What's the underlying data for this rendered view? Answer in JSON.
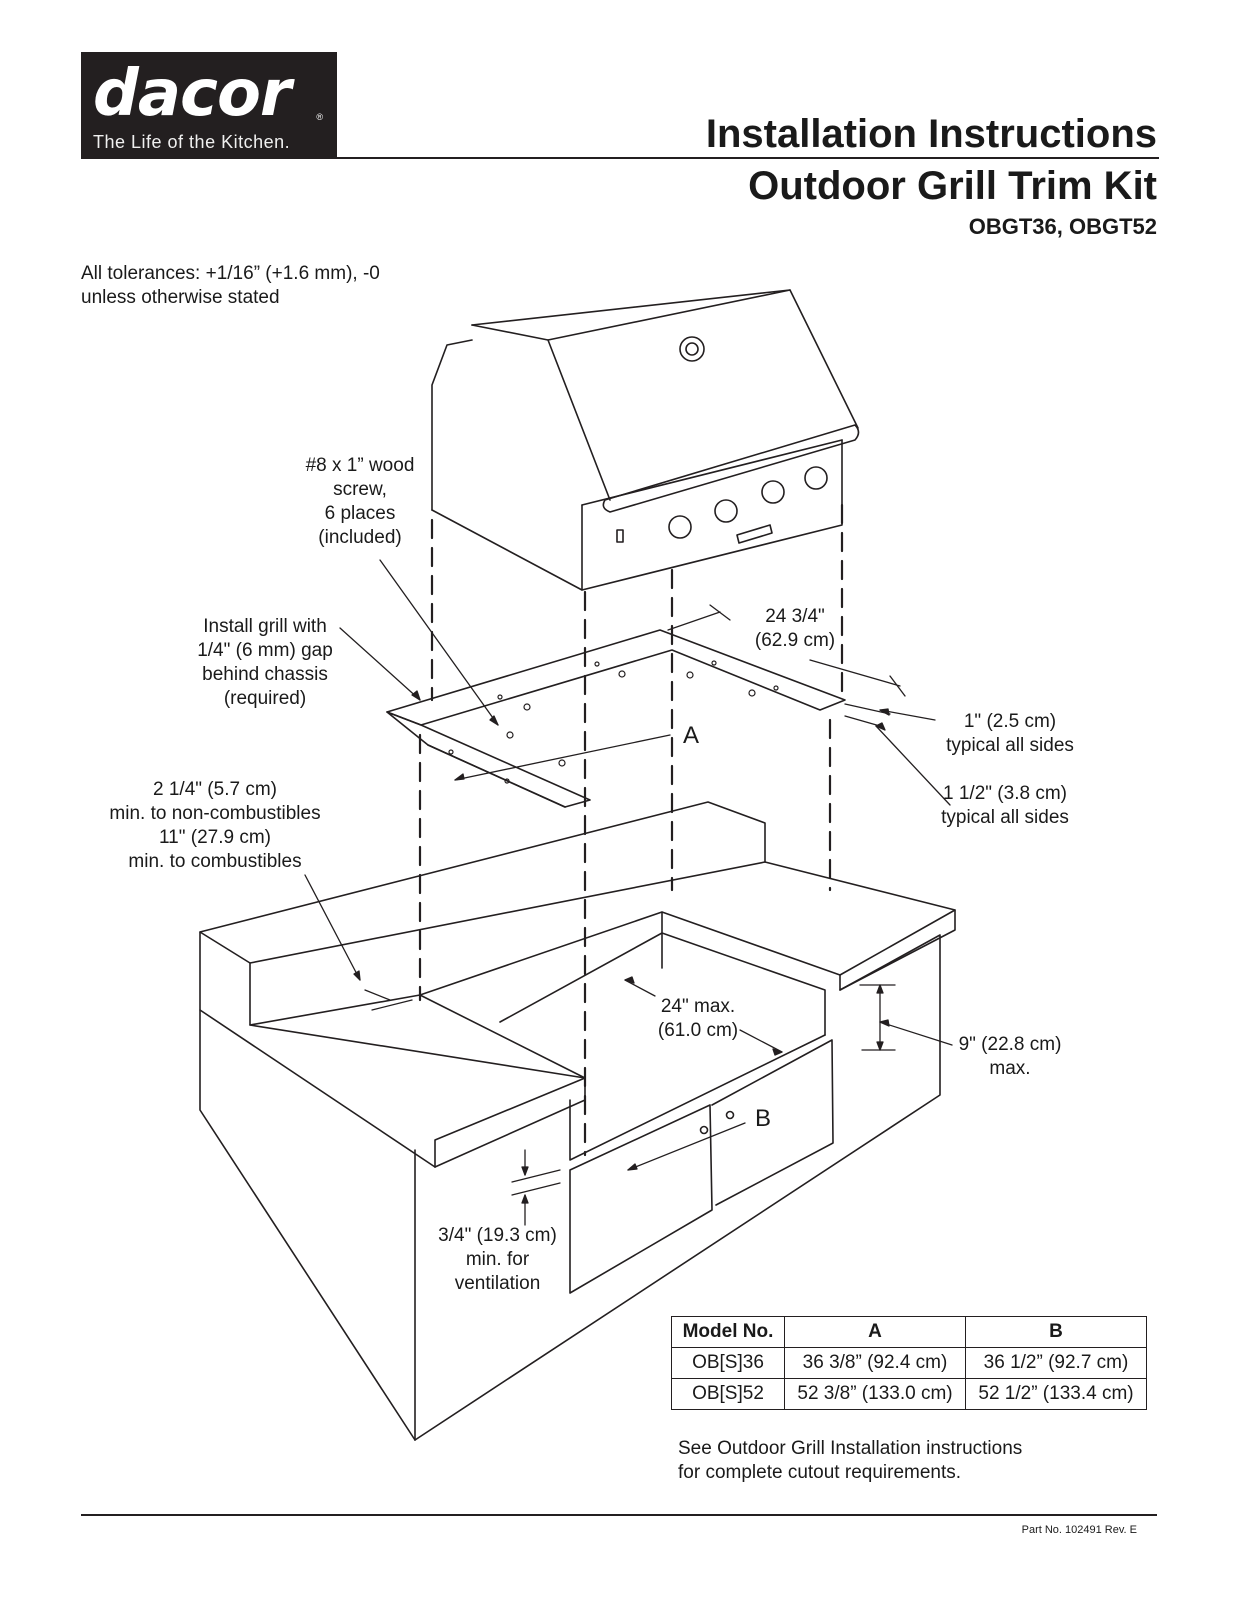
{
  "header": {
    "logo_word": "dacor",
    "logo_tagline": "The Life of the Kitchen.",
    "logo_reg": "®",
    "title_line1": "Installation Instructions",
    "title_line2": "Outdoor Grill Trim Kit",
    "models": "OBGT36, OBGT52"
  },
  "tolerances": {
    "line1": "All tolerances: +1/16” (+1.6 mm), -0",
    "line2": "unless otherwise stated"
  },
  "callouts": {
    "screw": [
      "#8 x 1” wood",
      "screw,",
      "6 places",
      "(included)"
    ],
    "gap": [
      "Install grill with",
      "1/4\" (6 mm) gap",
      "behind chassis",
      "(required)"
    ],
    "depth": [
      "24 3/4\"",
      "(62.9 cm)"
    ],
    "side1": [
      "1\" (2.5 cm)",
      "typical all sides"
    ],
    "side2": [
      "1 1/2\" (3.8 cm)",
      "typical all sides"
    ],
    "clearance": [
      "2 1/4\" (5.7 cm)",
      "min. to non-combustibles",
      "11\" (27.9 cm)",
      "min. to combustibles"
    ],
    "cutout_depth": [
      "24\" max.",
      "(61.0 cm)"
    ],
    "height": [
      "9\" (22.8 cm)",
      "max."
    ],
    "vent": [
      "3/4\" (19.3 cm)",
      "min. for",
      "ventilation"
    ],
    "label_a": "A",
    "label_b": "B"
  },
  "table": {
    "headers": [
      "Model No.",
      "A",
      "B"
    ],
    "rows": [
      [
        "OB[S]36",
        "36 3/8” (92.4 cm)",
        "36 1/2” (92.7 cm)"
      ],
      [
        "OB[S]52",
        "52 3/8” (133.0 cm)",
        "52 1/2” (133.4 cm)"
      ]
    ]
  },
  "footnote": {
    "line1": "See Outdoor Grill Installation instructions",
    "line2": "for complete cutout requirements."
  },
  "part_no": "Part No. 102491 Rev. E"
}
